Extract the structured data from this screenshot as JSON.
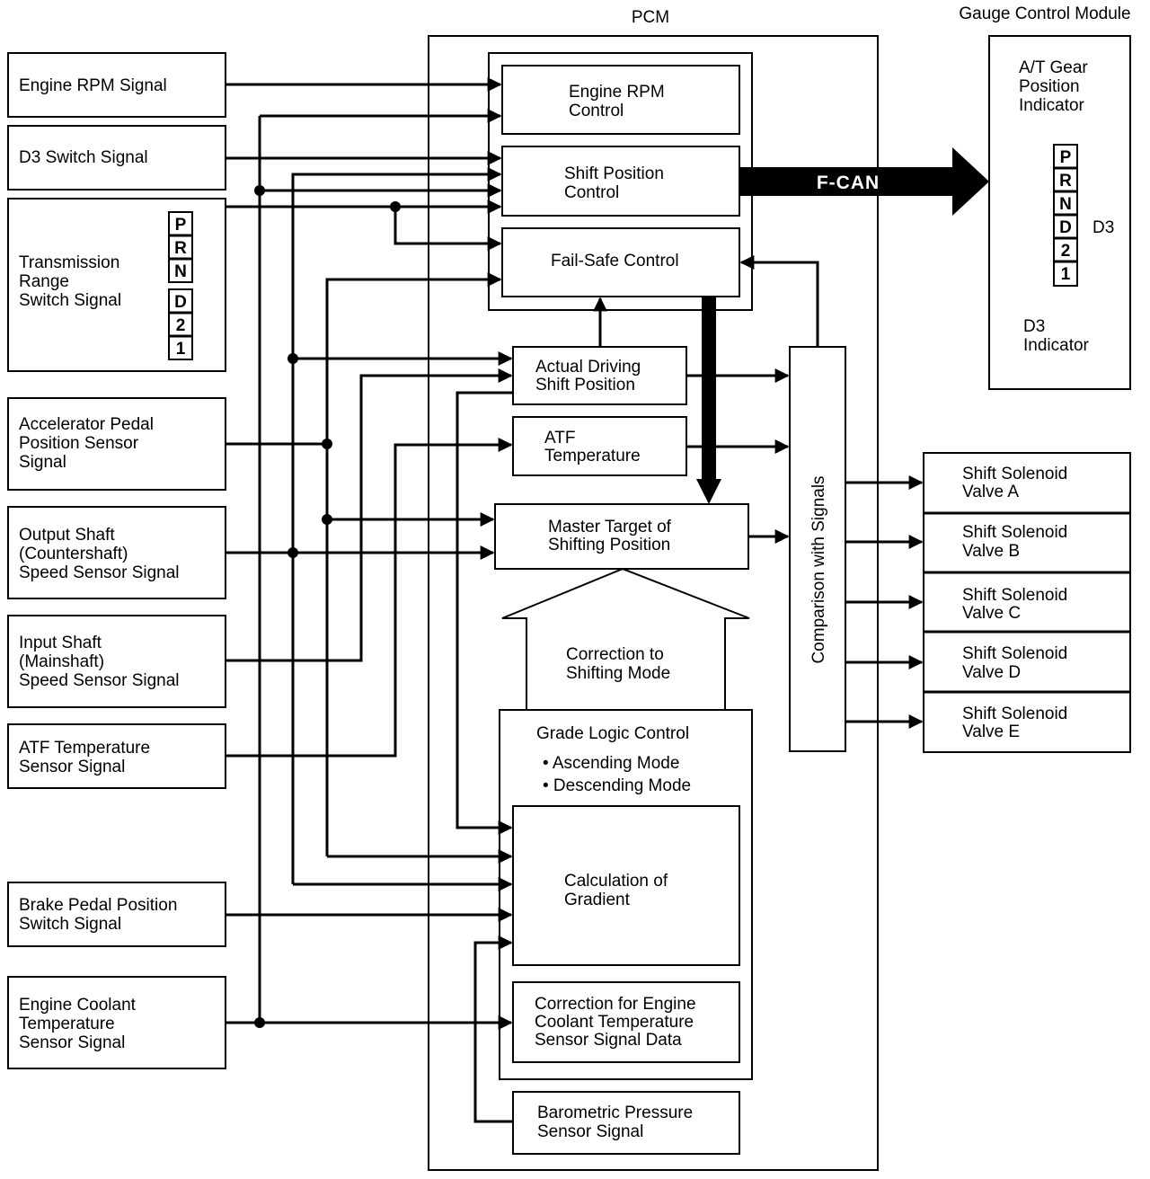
{
  "titles": {
    "pcm": "PCM",
    "gauge_module": "Gauge Control Module"
  },
  "inputs": {
    "engine_rpm": [
      "Engine RPM Signal"
    ],
    "d3_switch": [
      "D3 Switch Signal"
    ],
    "trans_range": [
      "Transmission",
      "Range",
      "Switch Signal"
    ],
    "accel_pedal": [
      "Accelerator Pedal",
      "Position Sensor",
      "Signal"
    ],
    "output_shaft": [
      "Output Shaft",
      "(Countershaft)",
      "Speed Sensor Signal"
    ],
    "input_shaft": [
      "Input Shaft",
      "(Mainshaft)",
      "Speed Sensor Signal"
    ],
    "atf_temp_sensor": [
      "ATF Temperature",
      "Sensor Signal"
    ],
    "brake_pedal": [
      "Brake Pedal Position",
      "Switch Signal"
    ],
    "coolant_temp": [
      "Engine Coolant",
      "Temperature",
      "Sensor Signal"
    ]
  },
  "range_positions": [
    "P",
    "R",
    "N",
    "D",
    "2",
    "1"
  ],
  "pcm": {
    "engine_rpm_control": [
      "Engine RPM",
      "Control"
    ],
    "shift_position_control": [
      "Shift Position",
      "Control"
    ],
    "fail_safe_control": [
      "Fail-Safe Control"
    ],
    "actual_driving": [
      "Actual Driving",
      "Shift Position"
    ],
    "atf_temperature": [
      "ATF",
      "Temperature"
    ],
    "master_target": [
      "Master Target of",
      "Shifting Position"
    ],
    "correction_mode": [
      "Correction to",
      "Shifting Mode"
    ],
    "grade_logic": [
      "Grade Logic Control"
    ],
    "grade_modes": [
      "• Ascending Mode",
      "• Descending Mode"
    ],
    "calc_gradient": [
      "Calculation of",
      "Gradient"
    ],
    "coolant_correction": [
      "Correction for Engine",
      "Coolant Temperature",
      "Sensor Signal Data"
    ],
    "barometric": [
      "Barometric Pressure",
      "Sensor Signal"
    ],
    "comparison": "Comparison with Signals"
  },
  "fcan": "F-CAN",
  "gauge": {
    "gear_indicator": [
      "A/T Gear",
      "Position",
      "Indicator"
    ],
    "gears": [
      "P",
      "R",
      "N",
      "D",
      "2",
      "1"
    ],
    "d3_label": "D3",
    "d3_indicator": [
      "D3",
      "Indicator"
    ]
  },
  "solenoids": [
    [
      "Shift Solenoid",
      "Valve A"
    ],
    [
      "Shift Solenoid",
      "Valve B"
    ],
    [
      "Shift Solenoid",
      "Valve C"
    ],
    [
      "Shift Solenoid",
      "Valve D"
    ],
    [
      "Shift Solenoid",
      "Valve E"
    ]
  ]
}
